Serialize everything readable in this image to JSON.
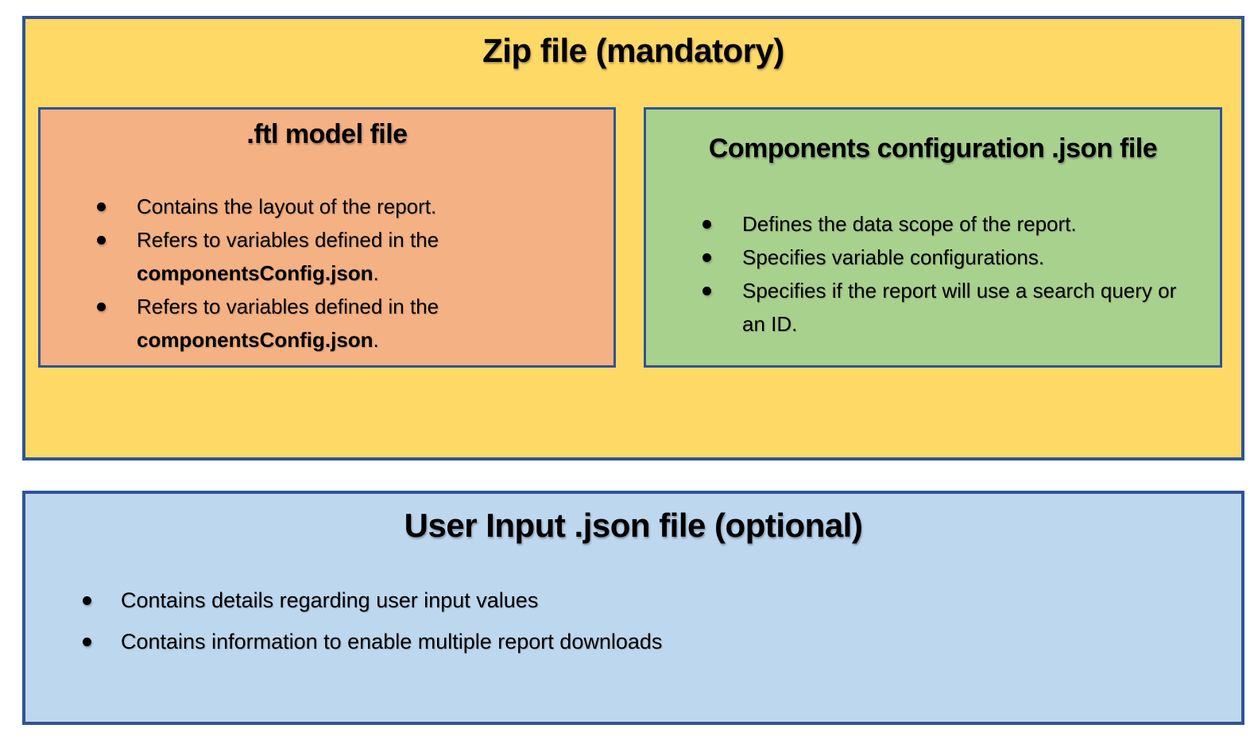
{
  "colors": {
    "border": "#2F5496",
    "zip_bg": "#FFD966",
    "ftl_bg": "#F4B183",
    "components_bg": "#A9D18E",
    "user_input_bg": "#BDD7EE"
  },
  "zip_box": {
    "title": "Zip file (mandatory)",
    "ftl_box": {
      "title": ".ftl model file",
      "bullets": [
        {
          "pre": "Contains the layout of the report.",
          "bold": "",
          "post": ""
        },
        {
          "pre": "Refers to variables defined in the ",
          "bold": "componentsConfig.json",
          "post": "."
        },
        {
          "pre": "Refers to variables defined in the ",
          "bold": "componentsConfig.json",
          "post": "."
        }
      ]
    },
    "components_box": {
      "title": "Components configuration .json file",
      "bullets": [
        {
          "pre": "Defines the data scope of the report.",
          "bold": "",
          "post": ""
        },
        {
          "pre": "Specifies variable configurations.",
          "bold": "",
          "post": ""
        },
        {
          "pre": "Specifies if the report will use a search query or an ID.",
          "bold": "",
          "post": ""
        }
      ]
    }
  },
  "user_input_box": {
    "title": "User Input .json file (optional)",
    "bullets": [
      {
        "pre": "Contains details regarding user input values",
        "bold": "",
        "post": ""
      },
      {
        "pre": "Contains information to enable multiple report downloads",
        "bold": "",
        "post": ""
      }
    ]
  }
}
